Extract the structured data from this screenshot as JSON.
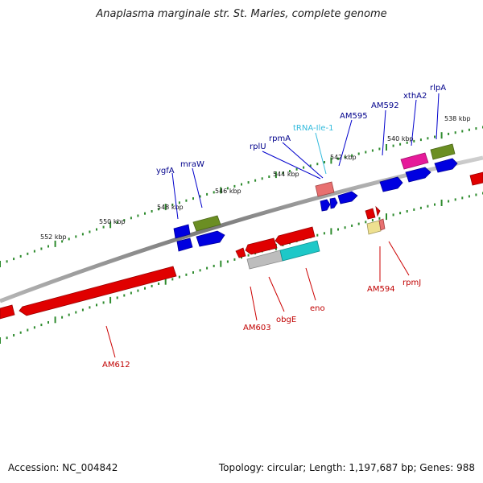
{
  "title": "Anaplasma marginale str. St. Maries, complete genome",
  "accession": "Accession: NC_004842",
  "summary": "Topology: circular; Length: 1,197,687 bp; Genes: 988",
  "colors": {
    "forward_gene": "#0000e0",
    "reverse_gene": "#e00000",
    "forward_label": "#00008b",
    "reverse_label": "#c00000",
    "trna_label": "#33bbdd",
    "backbone": "#808080",
    "tick": "#2e8b2e"
  },
  "kbp_labels": [
    "538 kbp",
    "540 kbp",
    "542 kbp",
    "544 kbp",
    "546 kbp",
    "548 kbp",
    "550 kbp",
    "552 kbp"
  ],
  "forward_labels": [
    "ygfA",
    "mraW",
    "rplU",
    "rpmA",
    "AM595",
    "AM592",
    "xthA2",
    "rlpA"
  ],
  "trna_label": "tRNA-Ile-1",
  "reverse_labels": [
    "AM612",
    "AM603",
    "obgE",
    "eno",
    "AM594",
    "rpmJ"
  ]
}
